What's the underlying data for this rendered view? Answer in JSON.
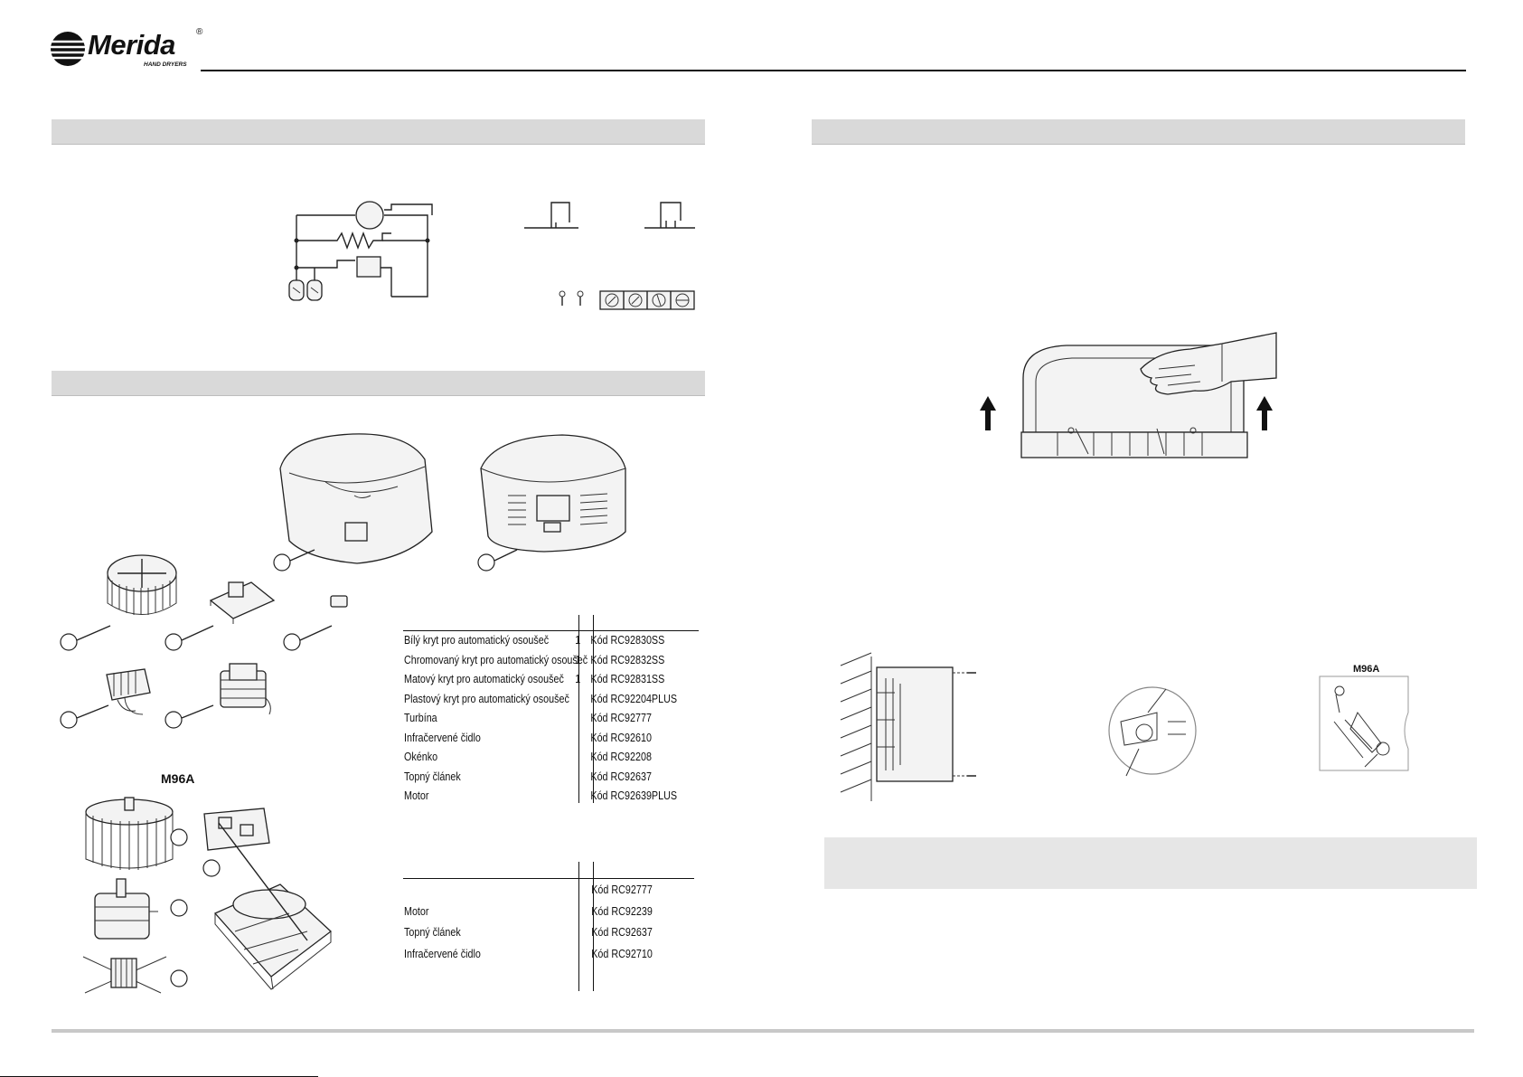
{
  "header": {
    "brand": "Merida",
    "subbrand": "HAND DRYERS",
    "registered": "®"
  },
  "colors": {
    "band": "#d9d9d9",
    "rule": "#111111",
    "footer_rule": "#c8c8c8"
  },
  "icons": [
    "merida-logo-icon",
    "motor-symbol-icon",
    "heater-resistor-icon",
    "up-arrow-icon",
    "callout-circle-icon"
  ],
  "left": {
    "model_label_1": "M96A",
    "parts_table_1": {
      "rows": [
        {
          "name": "Bílý kryt pro automatický osoušeč",
          "qty": "1",
          "code": "Kód RC92830SS"
        },
        {
          "name": "Chromovaný kryt pro automatický osoušeč",
          "qty": "1",
          "code": "Kód RC92832SS"
        },
        {
          "name": "Matový kryt pro automatický osoušeč",
          "qty": "1",
          "code": "Kód RC92831SS"
        },
        {
          "name": "Plastový kryt pro automatický osoušeč",
          "qty": "",
          "code": "Kód RC92204PLUS"
        },
        {
          "name": "Turbína",
          "qty": "",
          "code": "Kód RC92777"
        },
        {
          "name": "Infračervené čidlo",
          "qty": "",
          "code": "Kód RC92610"
        },
        {
          "name": "Okénko",
          "qty": "",
          "code": "Kód RC92208"
        },
        {
          "name": "Topný článek",
          "qty": "",
          "code": "Kód RC92637"
        },
        {
          "name": "Motor",
          "qty": "",
          "code": "Kód RC92639PLUS"
        }
      ]
    },
    "parts_table_2": {
      "rows": [
        {
          "name": "",
          "qty": "",
          "code": "Kód RC92777"
        },
        {
          "name": "Motor",
          "qty": "",
          "code": "Kód RC92239"
        },
        {
          "name": "Topný článek",
          "qty": "",
          "code": "Kód RC92637"
        },
        {
          "name": "Infračervené čidlo",
          "qty": "",
          "code": "Kód RC92710"
        }
      ]
    }
  },
  "right": {
    "model_label_2": "M96A"
  }
}
